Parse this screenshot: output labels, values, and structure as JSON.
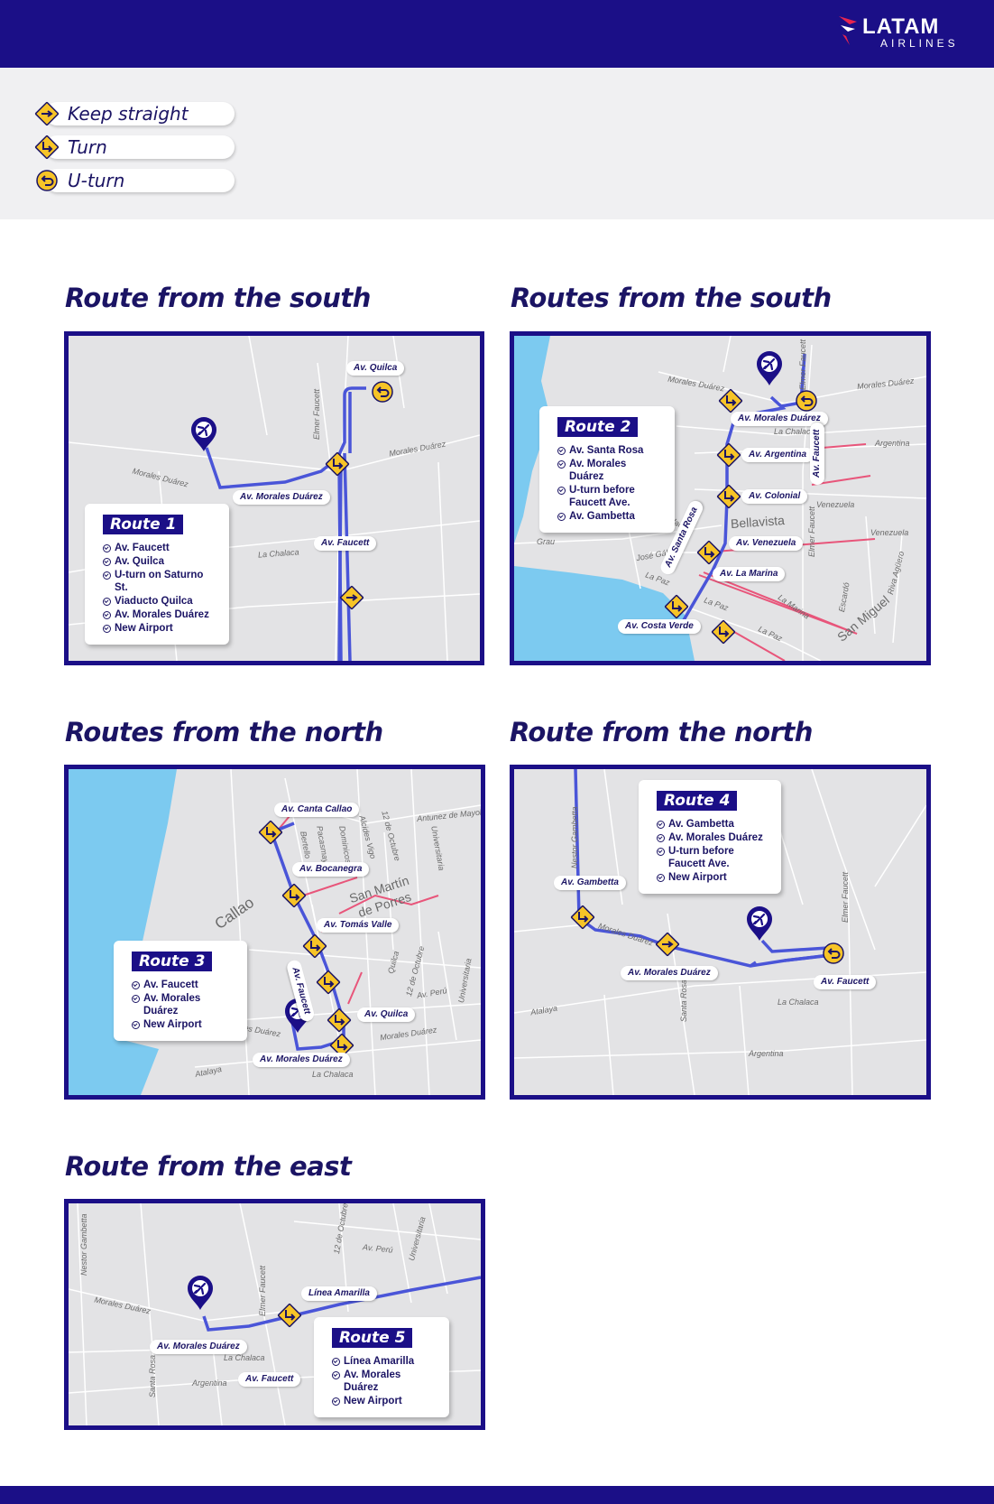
{
  "brand": {
    "name": "LATAM",
    "sub": "AIRLINES"
  },
  "legend": [
    {
      "icon": "keep-straight-sign-icon",
      "label": "Keep straight"
    },
    {
      "icon": "turn-sign-icon",
      "label": "Turn"
    },
    {
      "icon": "u-turn-sign-icon",
      "label": "U-turn"
    }
  ],
  "colors": {
    "brand": "#1b0f87",
    "route": "#4a55d8",
    "sign": "#f7c427",
    "water": "#7ccaf0",
    "alt_road": "#e8557a",
    "map": "#e3e3e5"
  },
  "panels": {
    "p1": {
      "title": "Route from the south",
      "route_name": "Route 1",
      "steps": [
        "Av. Faucett",
        "Av. Quilca",
        "U-turn on Saturno St.",
        "Viaducto Quilca",
        "Av. Morales Duárez",
        "New Airport"
      ],
      "tags": [
        "Av. Quilca",
        "Av. Morales Duárez",
        "Av. Faucett"
      ],
      "streets": [
        "Elmer Faucett",
        "Morales Duárez",
        "Morales Duárez",
        "La Chalaca"
      ]
    },
    "p2": {
      "title": "Routes from the south",
      "route_name": "Route 2",
      "steps": [
        "Av. Santa Rosa",
        "Av. Morales Duárez",
        "U-turn before Faucett Ave.",
        "Av. Gambetta"
      ],
      "tags": [
        "Av. Morales Duárez",
        "Av. Argentina",
        "Av. Colonial",
        "Av. Venezuela",
        "Av. La Marina",
        "Av. Costa Verde",
        "Av. Santa Rosa",
        "Av. Faucett"
      ],
      "streets": [
        "Morales Duárez",
        "Elmer Faucett",
        "Morales Duárez",
        "La Chalaca",
        "Argentina",
        "Venezuela",
        "Venezuela",
        "Chalaca",
        "Grau",
        "José Gálvez",
        "La Paz",
        "La Paz",
        "La Paz",
        "La Marina",
        "Elmer Faucett",
        "Escardó",
        "Riva Agüero"
      ],
      "districts": [
        "Bellavista",
        "San Miguel"
      ]
    },
    "p3": {
      "title": "Routes from the north",
      "route_name": "Route 3",
      "steps": [
        "Av. Faucett",
        "Av. Morales Duárez",
        "New Airport"
      ],
      "tags": [
        "Av. Canta Callao",
        "Av. Bocanegra",
        "Av. Tomás Valle",
        "Av. Quilca",
        "Av. Morales Duárez",
        "Av. Faucett"
      ],
      "streets": [
        "Antunez de Mayolo",
        "Bertello",
        "Pacasmayo",
        "Dominicos",
        "Alcides Vigo",
        "12 de Octubre",
        "Universitaria",
        "Quilca",
        "12 de Octubre",
        "Av. Perú",
        "Universitaria",
        "Morales Duárez",
        "Morales Duárez",
        "Atalaya",
        "La Chalaca"
      ],
      "districts": [
        "Callao",
        "San Martín",
        "de Porres"
      ]
    },
    "p4": {
      "title": "Route from the north",
      "route_name": "Route 4",
      "steps": [
        "Av. Gambetta",
        "Av. Morales Duárez",
        "U-turn before Faucett Ave.",
        "New Airport"
      ],
      "tags": [
        "Av. Gambetta",
        "Av. Morales Duárez",
        "Av. Faucett"
      ],
      "streets": [
        "Nestor Gambetta",
        "Morales Duárez",
        "Elmer Faucett",
        "Santa Rosa",
        "La Chalaca",
        "Atalaya",
        "Argentina"
      ]
    },
    "p5": {
      "title": "Route from the east",
      "route_name": "Route 5",
      "steps": [
        "Línea Amarilla",
        "Av. Morales Duárez",
        "New Airport"
      ],
      "tags": [
        "Línea Amarilla",
        "Av. Morales Duárez",
        "Av. Faucett"
      ],
      "streets": [
        "Nestor Gambetta",
        "Morales Duárez",
        "Elmer Faucett",
        "12 de Octubre",
        "Av. Perú",
        "Universitaria",
        "La Chalaca",
        "Santa Rosa",
        "Argentina"
      ]
    }
  }
}
